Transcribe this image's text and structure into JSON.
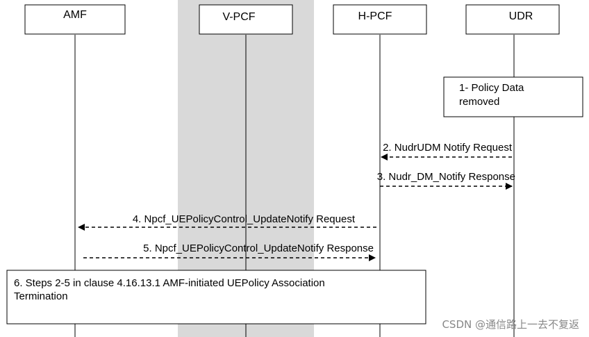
{
  "actors": [
    {
      "id": "amf",
      "label": "AMF"
    },
    {
      "id": "vpcf",
      "label": "V-PCF"
    },
    {
      "id": "hpcf",
      "label": "H-PCF"
    },
    {
      "id": "udr",
      "label": "UDR"
    }
  ],
  "notes": {
    "policy_data_removed": [
      "1- Policy Data",
      "removed"
    ],
    "termination": [
      "6. Steps 2-5 in clause 4.16.13.1 AMF-initiated UEPolicy Association",
      "Termination"
    ]
  },
  "messages": [
    {
      "label": "2. NudrUDM Notify Request",
      "from": "udr",
      "to": "hpcf"
    },
    {
      "label": "3. Nudr_DM_Notify Response",
      "from": "hpcf",
      "to": "udr"
    },
    {
      "label": "4. Npcf_UEPolicyControl_UpdateNotify Request",
      "from": "hpcf",
      "to": "amf"
    },
    {
      "label": "5. Npcf_UEPolicyControl_UpdateNotify Response",
      "from": "amf",
      "to": "hpcf"
    }
  ],
  "watermark": "CSDN @通信路上一去不复返",
  "colors": {
    "visited_zone": "#d9d9d9",
    "line": "#000000",
    "watermark": "#888888"
  }
}
